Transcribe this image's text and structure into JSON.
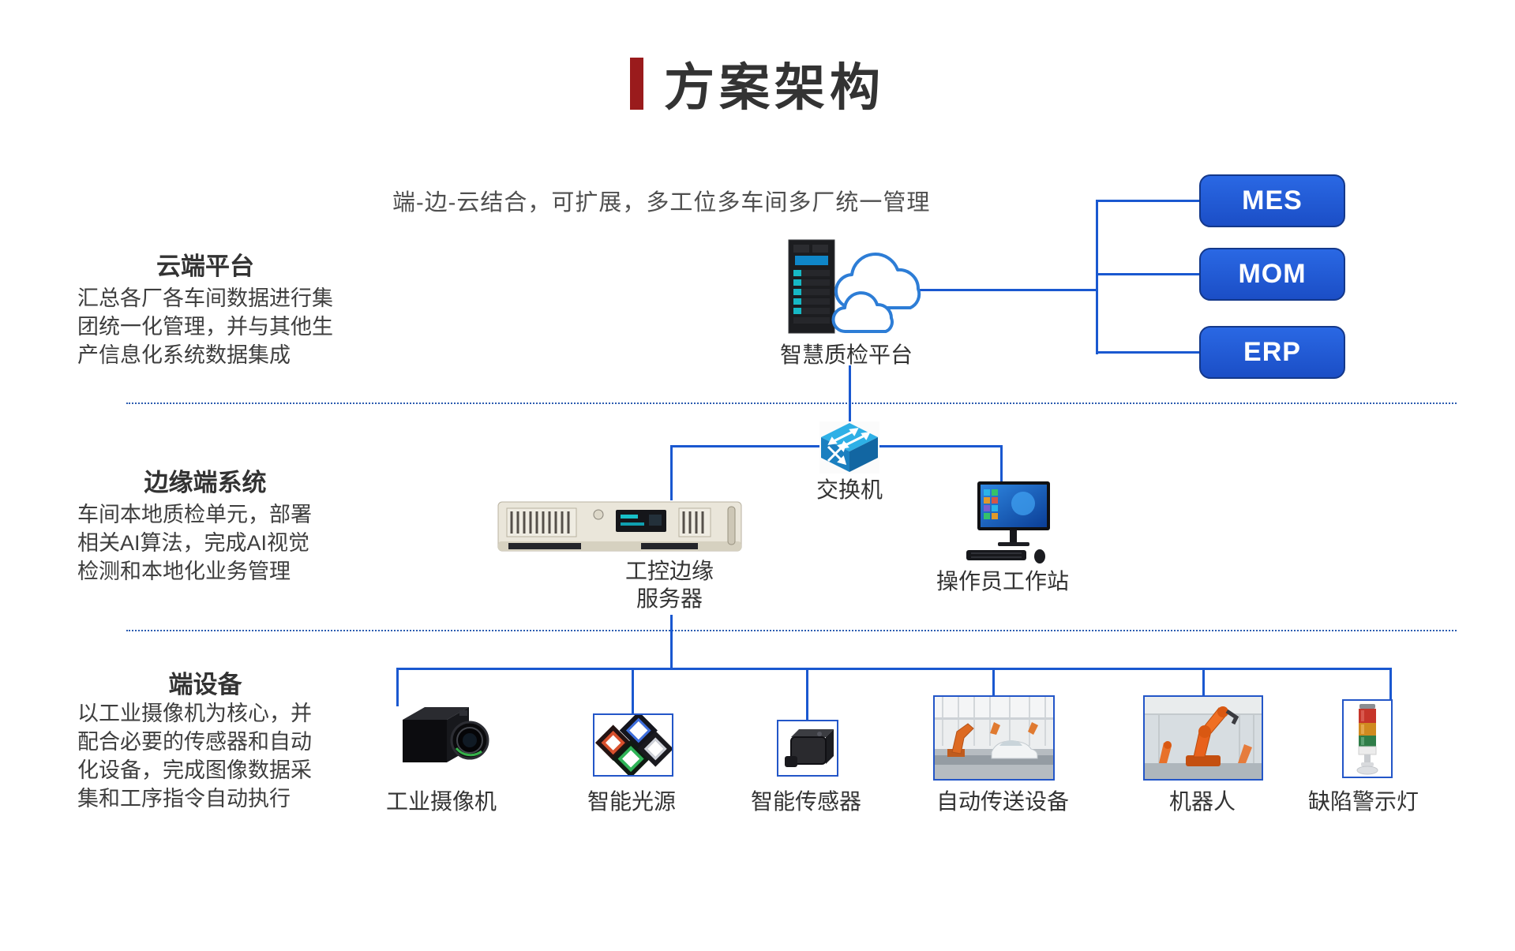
{
  "title": {
    "text": "方案架构"
  },
  "subtitle": "端-边-云结合，可扩展，多工位多车间多厂统一管理",
  "tiers": [
    {
      "heading": "云端平台",
      "description": "汇总各厂各车间数据进行集\n团统一化管理，并与其他生\n产信息化系统数据集成"
    },
    {
      "heading": "边缘端系统",
      "description": "车间本地质检单元，部署\n相关AI算法，完成AI视觉\n检测和本地化业务管理"
    },
    {
      "heading": "端设备",
      "description": "以工业摄像机为核心，并\n配合必要的传感器和自动\n化设备，完成图像数据采\n集和工序指令自动执行"
    }
  ],
  "cloud_tier": {
    "platform_label": "智慧质检平台",
    "systems": [
      {
        "label": "MES"
      },
      {
        "label": "MOM"
      },
      {
        "label": "ERP"
      }
    ]
  },
  "edge_tier": {
    "switch_label": "交换机",
    "server_label": "工控边缘\n服务器",
    "workstation_label": "操作员工作站"
  },
  "device_tier": {
    "devices": [
      {
        "label": "工业摄像机"
      },
      {
        "label": "智能光源"
      },
      {
        "label": "智能传感器"
      },
      {
        "label": "自动传送设备"
      },
      {
        "label": "机器人"
      },
      {
        "label": "缺陷警示灯"
      }
    ]
  },
  "colors": {
    "accent_red": "#9a1b1c",
    "connector_blue": "#1a58d0",
    "separator_blue": "#2c5cb0",
    "system_button_blue": "#1e56d6",
    "device_border_blue": "#2356c8"
  }
}
